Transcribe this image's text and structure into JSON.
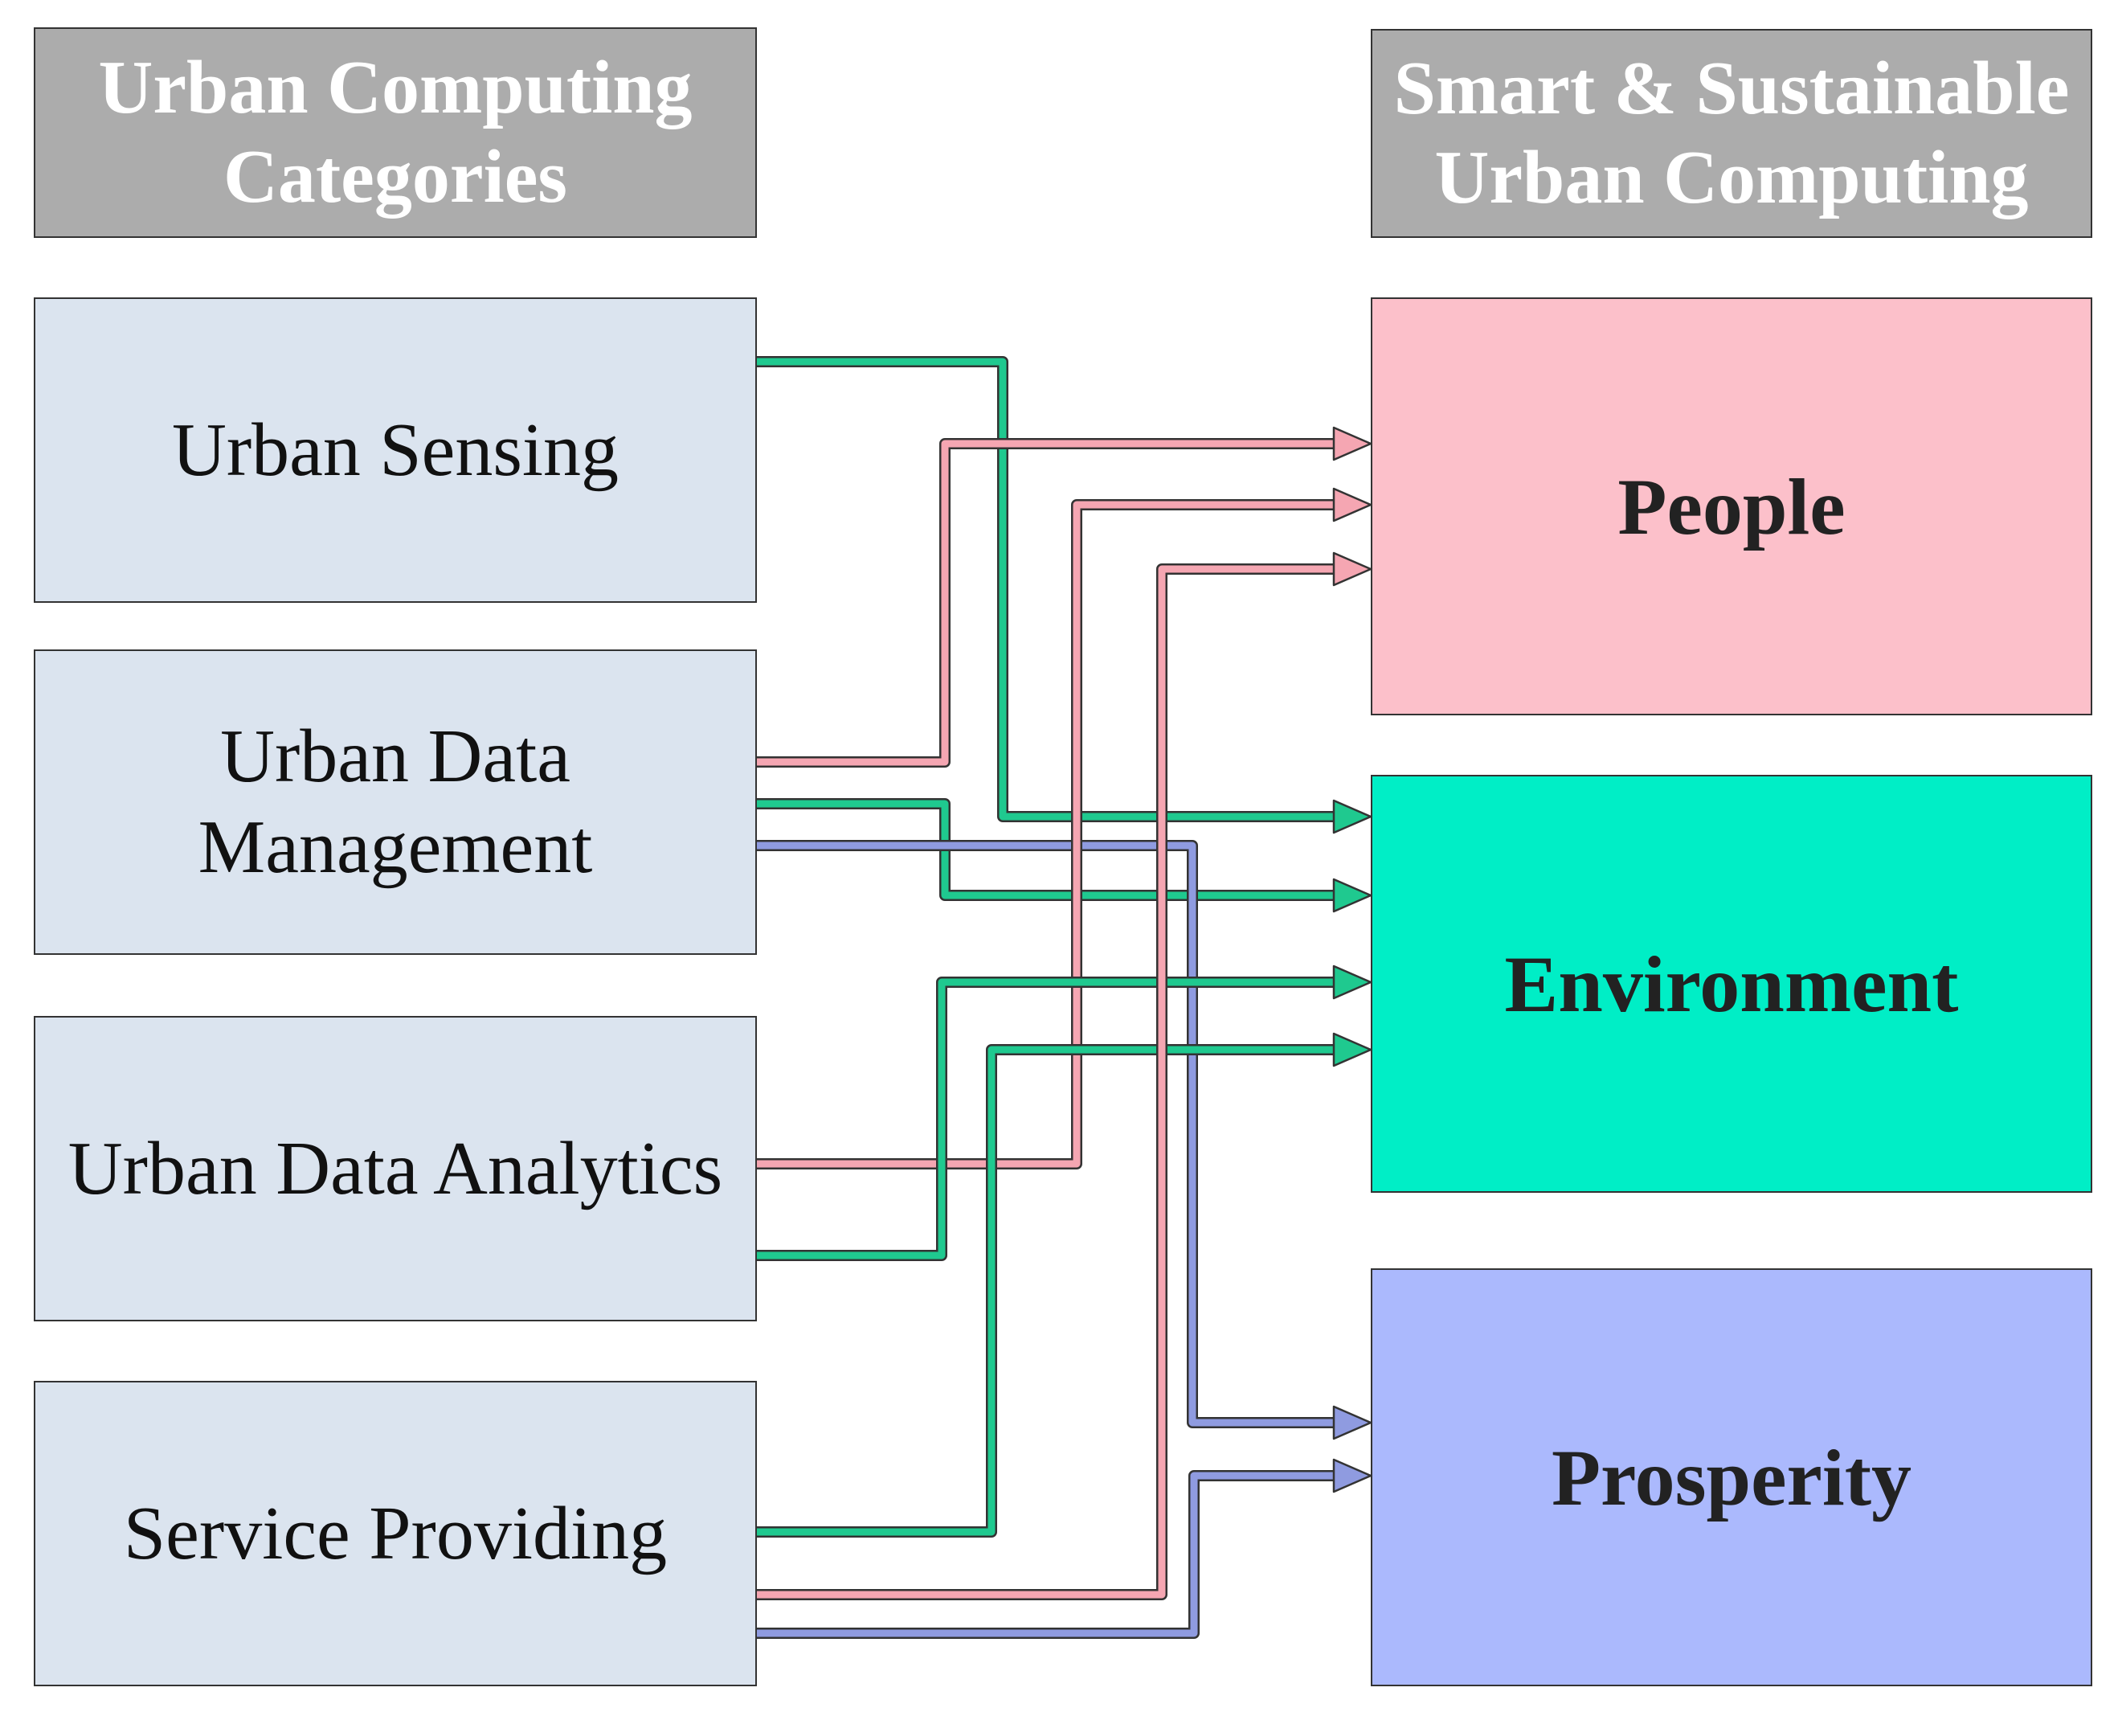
{
  "headers": {
    "left": "Urban Computing Categories",
    "right": "Smart & Sustainable Urban Computing"
  },
  "categories": [
    {
      "id": "sensing",
      "label": "Urban Sensing"
    },
    {
      "id": "management",
      "label": "Urban Data Management"
    },
    {
      "id": "analytics",
      "label": "Urban Data Analytics"
    },
    {
      "id": "service",
      "label": "Service Providing"
    }
  ],
  "goals": [
    {
      "id": "people",
      "label": "People",
      "color": "#fcc0ca"
    },
    {
      "id": "environment",
      "label": "Environment",
      "color": "#00eec6"
    },
    {
      "id": "prosperity",
      "label": "Prosperity",
      "color": "#abb9fd"
    }
  ],
  "connections": [
    {
      "from": "sensing",
      "to": "environment"
    },
    {
      "from": "management",
      "to": "people"
    },
    {
      "from": "management",
      "to": "environment"
    },
    {
      "from": "management",
      "to": "prosperity"
    },
    {
      "from": "analytics",
      "to": "people"
    },
    {
      "from": "analytics",
      "to": "environment"
    },
    {
      "from": "service",
      "to": "environment"
    },
    {
      "from": "service",
      "to": "people"
    },
    {
      "from": "service",
      "to": "prosperity"
    }
  ],
  "arrow_colors": {
    "people": "#f5a6b2",
    "environment": "#1fc98f",
    "prosperity": "#8f9be0"
  }
}
